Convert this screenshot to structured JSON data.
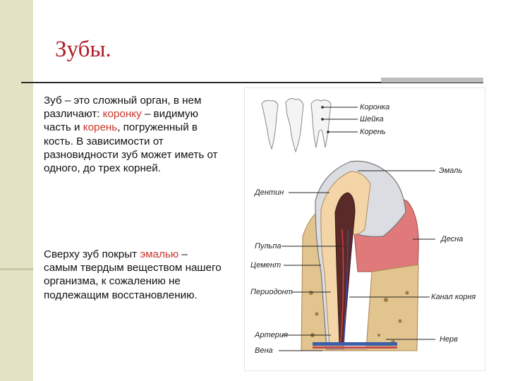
{
  "slide": {
    "title": "Зубы.",
    "paragraph1": {
      "part1": "Зуб – это сложный орган, в нем различают: ",
      "crown": "коронку",
      "part2": " – видимую часть и ",
      "root": "корень",
      "part3": ", погруженный в кость. В зависимости от разновидности зуб может иметь от одного, до трех корней."
    },
    "paragraph2": {
      "part1": "Сверху зуб покрыт ",
      "enamel": "эмалью",
      "part2": " – самым твердым веществом нашего организма, к сожалению не подлежащим восстановлению."
    }
  },
  "figure": {
    "labels": {
      "crown": "Коронка",
      "neck": "Шейка",
      "root": "Корень",
      "enamel": "Эмаль",
      "dentin": "Дентин",
      "pulp": "Пульпа",
      "gum": "Десна",
      "cement": "Цемент",
      "periodont": "Периодонт",
      "root_canal": "Канал корня",
      "artery": "Артерия",
      "nerve": "Нерв",
      "vein": "Вена"
    }
  },
  "colors": {
    "title": "#b3202a",
    "highlight": "#c7362b",
    "left_bar": "#e3e2c4"
  }
}
